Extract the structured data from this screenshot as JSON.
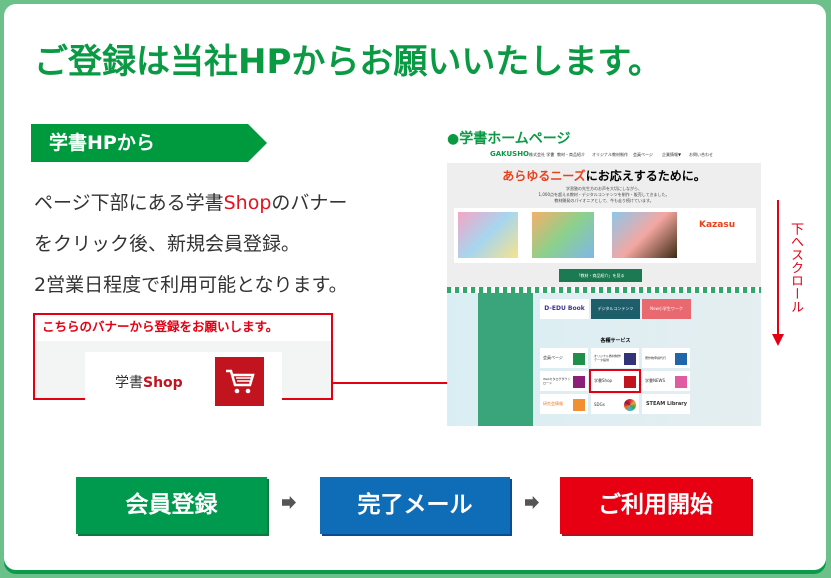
{
  "title": "ご登録は当社HPからお願いいたします。",
  "section_tag": "学書HPから",
  "instructions": {
    "line1_pre": "ページ下部にある学書",
    "line1_shop": "Shop",
    "line1_post": "のバナー",
    "line2": "をクリック後、新規会員登録。",
    "line3": "2営業日程度で利用可能となります。"
  },
  "banner_box": {
    "heading": "こちらのバナーから登録をお願いします。",
    "label_pre": "学書",
    "label_shop": "Shop",
    "icon": "cart-icon"
  },
  "homepage": {
    "heading": "●学書ホームページ",
    "logo": "GAKUSHO",
    "logo_company": "株式会社 学書",
    "nav": [
      "教材・商品紹介",
      "オリジナル教材制作",
      "会員ページ",
      "企業情報▼",
      "お問い合わせ"
    ],
    "hero_title_red": "あらゆるニーズ",
    "hero_title_black": "にお応えするために。",
    "hero_text": [
      "学習塾の先生方のお声を大切にしながら、",
      "1,000点を超える教材・デジタルコンテンツを制作・販売してきました。",
      "教材開発のパイオニアとして、今も走り続けています。"
    ],
    "kazasu": "Kazasu",
    "hero_button": "「教材・商品紹介」を見る",
    "promo": [
      "D-EDU Book",
      "デジタルコンテンツ",
      "New小学生ワーク"
    ],
    "services_title": "各種サービス",
    "services": [
      "会員ページ",
      "オリジナル教材制作データ提供",
      "著作物申請代行",
      "Webカタログダウンロード",
      "学書Shop",
      "学書NEWS",
      "研究会情報",
      "SDGs",
      "STEAM Library"
    ]
  },
  "scroll_hint": "下へスクロール",
  "steps": [
    "会員登録",
    "完了メール",
    "ご利用開始"
  ],
  "colors": {
    "green": "#009a3e",
    "blue": "#0f6cb6",
    "red": "#e60012",
    "frame": "#6cc08a"
  }
}
